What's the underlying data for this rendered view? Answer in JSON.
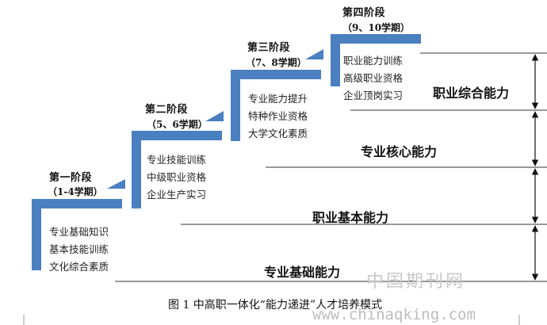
{
  "stages": [
    {
      "title": "第一阶段",
      "term": "（1-4学期）",
      "items": [
        "专业基础知识",
        "基本技能训练",
        "文化综合素质"
      ]
    },
    {
      "title": "第二阶段",
      "term": "（5、6学期）",
      "items": [
        "专业技能训练",
        "中级职业资格",
        "企业生产实习"
      ]
    },
    {
      "title": "第三阶段",
      "term": "（7、8学期）",
      "items": [
        "专业能力提升",
        "特种作业资格",
        "大学文化素质"
      ]
    },
    {
      "title": "第四阶段",
      "term": "（9、10学期）",
      "items": [
        "职业能力训练",
        "高级职业资格",
        "企业顶岗实习"
      ]
    }
  ],
  "abilities": [
    {
      "label": "职业综合能力"
    },
    {
      "label": "专业核心能力"
    },
    {
      "label": "职业基本能力"
    },
    {
      "label": "专业基础能力"
    }
  ],
  "caption": "图 1  中高职一体化“能力递进”人才培养模式",
  "watermark": {
    "cn": "中国期刊网",
    "en": "www.chinaqking.com"
  },
  "colors": {
    "step": "#4a7fc0",
    "line": "#333333",
    "arrow": "#111111"
  }
}
